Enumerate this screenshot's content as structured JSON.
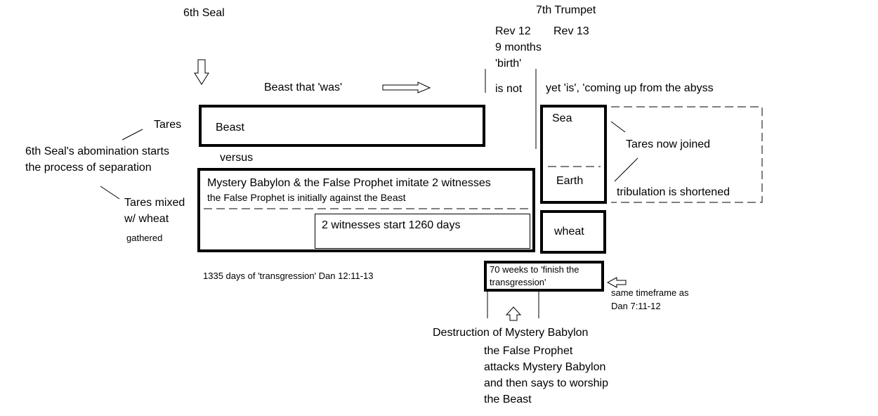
{
  "labels": {
    "sixth_seal": "6th Seal",
    "seventh_trumpet": "7th Trumpet",
    "rev12": "Rev 12",
    "rev13": "Rev 13",
    "nine_months": "9 months",
    "birth": "'birth'",
    "is_not": "is not",
    "yet_is": "yet 'is', 'coming up from the abyss",
    "beast_that_was": "Beast  that 'was'",
    "beast": "Beast",
    "versus": "versus",
    "tares": "Tares",
    "abomination_line1": "6th Seal's abomination starts",
    "abomination_line2": "the process of separation",
    "tares_mixed_line1": "Tares mixed",
    "tares_mixed_line2": "w/ wheat",
    "gathered": "gathered",
    "mystery_babylon": "Mystery Babylon  & the False Prophet  imitate 2 witnesses",
    "false_prophet_against": "the False Prophet is initially against the Beast",
    "two_witnesses": "2 witnesses start 1260 days",
    "days_1335": "1335 days of 'transgression'  Dan 12:11-13",
    "sea": "Sea",
    "earth": "Earth",
    "wheat": "wheat",
    "tares_now_joined": "Tares now joined",
    "tribulation_shortened": "tribulation is shortened",
    "seventy_weeks_line1": "70 weeks to 'finish the",
    "seventy_weeks_line2": "transgression'",
    "same_timeframe_line1": "same timeframe as",
    "same_timeframe_line2": "Dan 7:11-12",
    "destruction": "Destruction of Mystery Babylon",
    "fp_line1": "the False Prophet",
    "fp_line2": "attacks Mystery Babylon",
    "fp_line3": "and then says to worship",
    "fp_line4": "the Beast"
  }
}
